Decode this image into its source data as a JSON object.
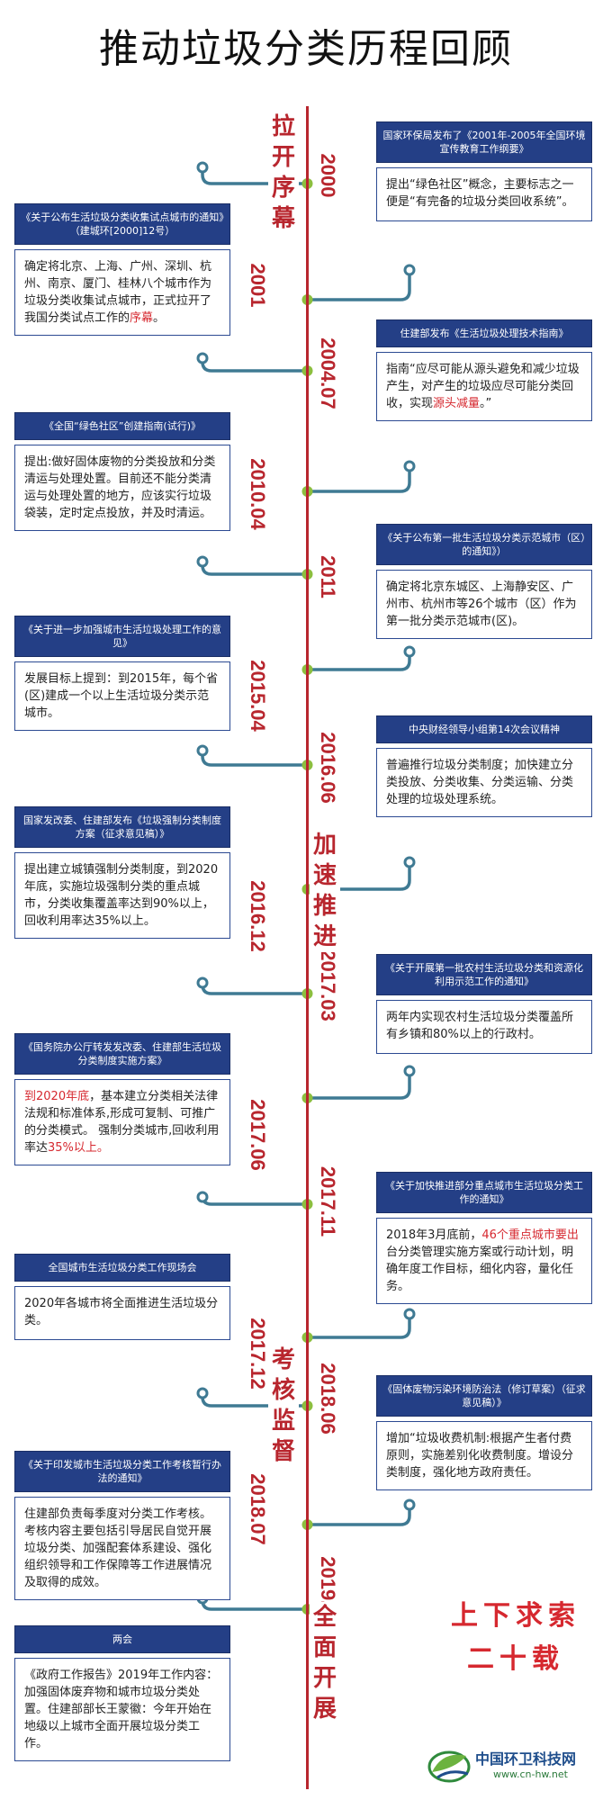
{
  "title": "推动垃圾分类历程回顾",
  "stages": [
    {
      "text": "拉开序幕"
    },
    {
      "text": "加速推进"
    },
    {
      "text": "考核监督"
    },
    {
      "text": "全面开展"
    }
  ],
  "years": [
    "2000",
    "2001",
    "2004.07",
    "2010.04",
    "2011",
    "2015.04",
    "2016.06",
    "2016.12",
    "2017.03",
    "2017.06",
    "2017.11",
    "2017.12",
    "2018.06",
    "2018.07",
    "2019.03"
  ],
  "events": [
    {
      "head": "国家环保局发布了《2001年-2005年全国环境宣传教育工作纲要》",
      "body": [
        {
          "t": "提出“绿色社区”概念，主要标志之一便是“有完备的垃圾分类回收系统”。"
        }
      ]
    },
    {
      "head": "《关于公布生活垃圾分类收集试点城市的通知》（建城环[2000]12号）",
      "body": [
        {
          "t": "确定将北京、上海、广州、深圳、杭州、南京、厦门、桂林八个城市作为垃圾分类收集试点城市，正式拉开了我国分类试点工作的"
        },
        {
          "t": "序幕",
          "hl": true
        },
        {
          "t": "。"
        }
      ]
    },
    {
      "head": "住建部发布《生活垃圾处理技术指南》",
      "body": [
        {
          "t": "指南“应尽可能从源头避免和减少垃圾产生，对产生的垃圾应尽可能分类回收，实现"
        },
        {
          "t": "源头减量",
          "hl": true
        },
        {
          "t": "。”"
        }
      ]
    },
    {
      "head": "《全国“绿色社区”创建指南(试行)》",
      "body": [
        {
          "t": "提出:做好固体废物的分类投放和分类清运与处理处置。目前还不能分类清运与处理处置的地方，应该实行垃圾袋装，定时定点投放，并及时清运。"
        }
      ]
    },
    {
      "head": "《关于公布第一批生活垃圾分类示范城市（区）的通知》）",
      "body": [
        {
          "t": "确定将北京东城区、上海静安区、广州市、杭州市等26个城市（区）作为第一批分类示范城市(区)。"
        }
      ]
    },
    {
      "head": "《关于进一步加强城市生活垃圾处理工作的意见》",
      "body": [
        {
          "t": "发展目标上提到：到2015年，每个省(区)建成一个以上生活垃圾分类示范城市。"
        }
      ]
    },
    {
      "head": "中央财经领导小组第14次会议精神",
      "body": [
        {
          "t": "普遍推行垃圾分类制度；加快建立分类投放、分类收集、分类运输、分类处理的垃圾处理系统。"
        }
      ]
    },
    {
      "head": "国家发改委、住建部发布《垃圾强制分类制度方案（征求意见稿）》",
      "body": [
        {
          "t": "提出建立城镇强制分类制度，到2020年底，实施垃圾强制分类的重点城市，分类收集覆盖率达到90%以上，回收利用率达35%以上。"
        }
      ]
    },
    {
      "head": "《关于开展第一批农村生活垃圾分类和资源化利用示范工作的通知》",
      "body": [
        {
          "t": "两年内实现农村生活垃圾分类覆盖所有乡镇和80%以上的行政村。"
        }
      ]
    },
    {
      "head": "《国务院办公厅转发发改委、住建部生活垃圾分类制度实施方案》",
      "body": [
        {
          "t": "到2020年底",
          "hl": true
        },
        {
          "t": "，基本建立分类相关法律法规和标准体系,形成可复制、可推广的分类模式。 强制分类城市,回收利用率达"
        },
        {
          "t": "35%以上。",
          "hl": true
        }
      ]
    },
    {
      "head": "《关于加快推进部分重点城市生活垃圾分类工作的通知》",
      "body": [
        {
          "t": "2018年3月底前，"
        },
        {
          "t": "46个重点城市要出",
          "hl": true
        },
        {
          "t": "台分类管理实施方案或行动计划，明确年度工作目标，细化内容，量化任务。"
        }
      ]
    },
    {
      "head": "全国城市生活垃圾分类工作现场会",
      "body": [
        {
          "t": "2020年各城市将全面推进生活垃圾分类。"
        }
      ]
    },
    {
      "head": "《固体废物污染环境防治法（修订草案）（征求意见稿）》",
      "body": [
        {
          "t": "增加“垃圾收费机制:根据产生者付费原则，实施差别化收费制度。增设分类制度，强化地方政府责任。"
        }
      ]
    },
    {
      "head": "《关于印发城市生活垃圾分类工作考核暂行办法的通知》",
      "body": [
        {
          "t": "住建部负责每季度对分类工作考核。考核内容主要包括引导居民自觉开展垃圾分类、加强配套体系建设、强化组织领导和工作保障等工作进展情况及取得的成效。"
        }
      ]
    },
    {
      "head": "两会",
      "body": [
        {
          "t": "《政府工作报告》2019年工作内容：加强固体废弃物和城市垃圾分类处置。住建部部长王蒙徽：今年开始在地级以上城市全面开展垃圾分类工作。"
        }
      ]
    }
  ],
  "slogan": [
    "上下求索",
    "二十载"
  ],
  "logo": {
    "name": "中国环卫科技网",
    "url": "www.cn-hw.net"
  },
  "colors": {
    "axis": "#b8262e",
    "header": "#243f86",
    "connector": "#3f7a93",
    "node": "#8cbf3f",
    "highlight": "#d6282f"
  }
}
